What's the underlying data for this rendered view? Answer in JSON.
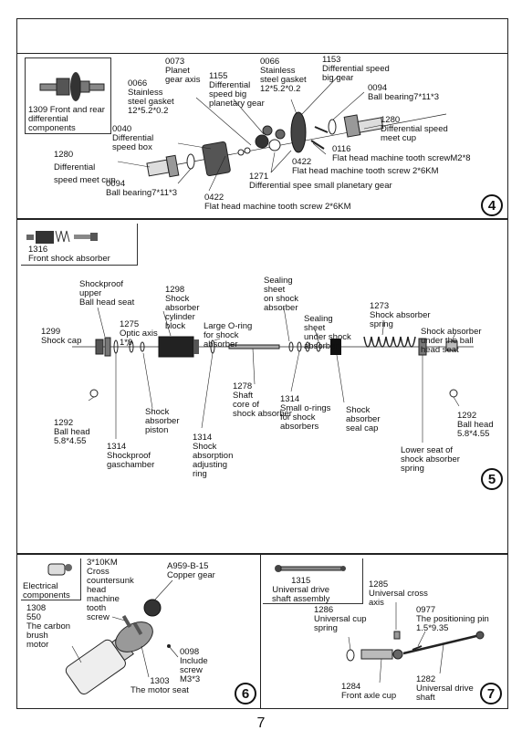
{
  "page_number": "7",
  "panel4": {
    "number": "4",
    "tab_label": "1309 Front and rear\ndifferential\ncomponents",
    "labels": {
      "p0073": "0073\nPlanet\ngear axis",
      "p0066a": "0066\nStainless\nsteel gasket\n12*5.2*0.2",
      "p1155": "1155\nDifferential\nspeed big\nplanetary gear",
      "p0066b": "0066\nStainless\nsteel gasket\n12*5.2*0.2",
      "p1153": "1153\nDifferential speed\nbig gear",
      "p0094a": "0094\nBall bearing7*11*3",
      "p1280a": "1280\nDifferential speed\nmeet cup",
      "p0040": "0040\nDifferential\nspeed box",
      "p1280b": "1280\nDifferential\nspeed meet cup",
      "p0116": "0116\nFlat head machine tooth screwM2*8",
      "p0422a": "0422\nFlat head machine tooth screw 2*6KM",
      "p1271": "1271\nDifferential spee small planetary gear",
      "p0094b": "0094\nBall bearing7*11*3",
      "p0422b": "0422\nFlat head machine tooth screw 2*6KM"
    }
  },
  "panel5": {
    "number": "5",
    "tab_label": "1316\nFront shock absorber",
    "labels": {
      "shockproof": "Shockproof\nupper\nBall head seat",
      "p1298": "1298\nShock\nabsorber\ncylinder\nblock",
      "sealing_on": "Sealing\nsheet\non shock\nabsorber",
      "sealing_under": "Sealing\nsheet\nunder shock\nabsorber",
      "p1273": "1273\nShock absorber\nspring",
      "p1299": "1299\nShock cap",
      "p1275": "1275\nOptic axis\n1*9",
      "oring_large": "Large O-ring\nfor shock\nabsorber",
      "under_ball": "Shock absorber\nunder the ball\nhead seat",
      "p1292a": "1292\nBall head\n5.8*4.55",
      "piston": "Shock\nabsorber\npiston",
      "p1278": "1278\nShaft\ncore of\nshock absorber",
      "p1314a": "1314\nSmall o-rings\nfor shock\nabsorbers",
      "seal_cap": "Shock\nabsorber\nseal cap",
      "p1292b": "1292\nBall head\n5.8*4.55",
      "p1314b": "1314\nShockproof\ngaschamber",
      "p1314c": "1314\nShock\nabsorption\nadjusting\nring",
      "lower_seat": "Lower seat of\nshock absorber\nspring"
    }
  },
  "panel6": {
    "number": "6",
    "tab_label": "Electrical\ncomponents",
    "labels": {
      "screw": "3*10KM\nCross\ncountersunk\nhead\nmachine\ntooth\nscrew",
      "gear": "A959-B-15\nCopper gear",
      "motor": "1308\n550\nThe carbon\nbrush\nmotor",
      "p0098": "0098\nInclude\nscrew\nM3*3",
      "seat": "1303\nThe motor seat"
    }
  },
  "panel7": {
    "number": "7",
    "tab_label": "1315\nUniversal drive\nshaft assembly",
    "labels": {
      "cross": "1285\nUniversal cross\naxis",
      "spring": "1286\nUniversal cup\nspring",
      "pin": "0977\nThe positioning pin\n1.5*9.35",
      "front_cup": "1284\nFront axle cup",
      "shaft": "1282\nUniversal drive\nshaft"
    }
  }
}
